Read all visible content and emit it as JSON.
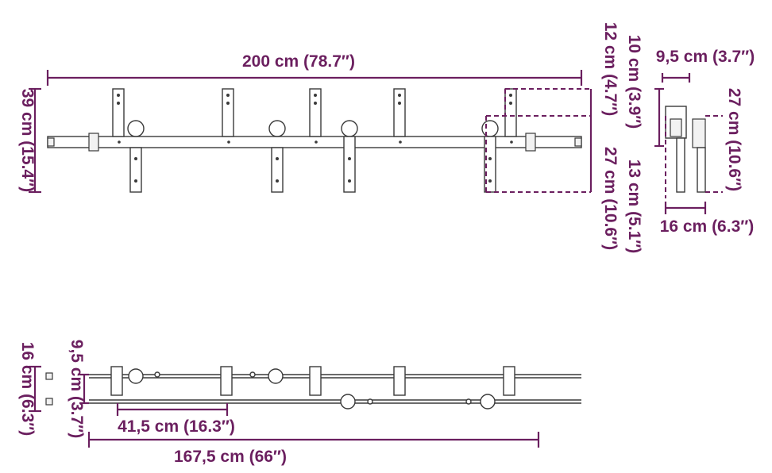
{
  "dimensions": {
    "total_length": "200 cm (78.7″)",
    "height": "39 cm (15.4″)",
    "rail_width": "9,5 cm (3.7″)",
    "bracket_10": "10 cm (3.9″)",
    "bracket_12": "12 cm (4.7″)",
    "bracket_13": "13 cm (5.1″)",
    "strap_27": "27 cm (10.6″)",
    "side_27": "27 cm (10.6″)",
    "side_16": "16 cm (6.3″)",
    "pack_16": "16 cm (6.3″)",
    "pack_95": "9,5 cm (3.7″)",
    "pack_415": "41,5 cm (16.3″)",
    "pack_1675": "167,5 cm (66″)"
  },
  "colors": {
    "dimension": "#6b1f5f",
    "hardware": "#3a3a3a"
  }
}
